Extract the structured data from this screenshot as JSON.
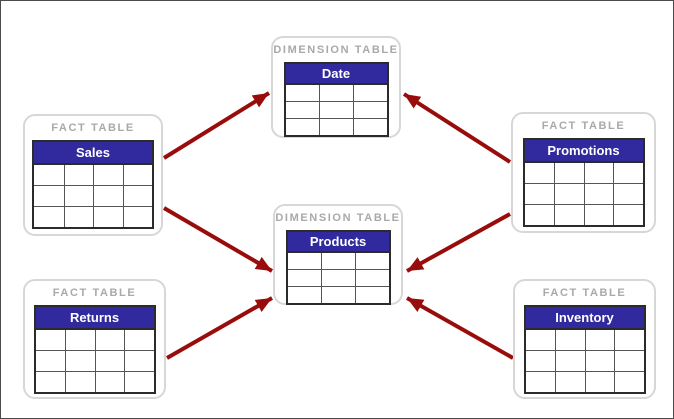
{
  "colors": {
    "background": "#ffffff",
    "canvas_border": "#4a4a4a",
    "card_border": "#d7d7d7",
    "type_label_text": "#a9a9a9",
    "table_header_bg": "#312a9e",
    "table_header_text": "#ffffff",
    "table_outer_border": "#2b2b2b",
    "table_grid_line": "#555555",
    "arrow": "#990c0c"
  },
  "tables": [
    {
      "id": "date",
      "category_label": "DIMENSION TABLE",
      "name": "Date",
      "columns": 3,
      "rows": 3
    },
    {
      "id": "products",
      "category_label": "DIMENSION TABLE",
      "name": "Products",
      "columns": 3,
      "rows": 3
    },
    {
      "id": "sales",
      "category_label": "FACT TABLE",
      "name": "Sales",
      "columns": 4,
      "rows": 3
    },
    {
      "id": "returns",
      "category_label": "FACT TABLE",
      "name": "Returns",
      "columns": 4,
      "rows": 3
    },
    {
      "id": "promotions",
      "category_label": "FACT TABLE",
      "name": "Promotions",
      "columns": 4,
      "rows": 3
    },
    {
      "id": "inventory",
      "category_label": "FACT TABLE",
      "name": "Inventory",
      "columns": 4,
      "rows": 3
    }
  ],
  "relationships": [
    {
      "from": "Sales",
      "to": "Date"
    },
    {
      "from": "Sales",
      "to": "Products"
    },
    {
      "from": "Returns",
      "to": "Products"
    },
    {
      "from": "Promotions",
      "to": "Date"
    },
    {
      "from": "Promotions",
      "to": "Products"
    },
    {
      "from": "Inventory",
      "to": "Products"
    }
  ]
}
